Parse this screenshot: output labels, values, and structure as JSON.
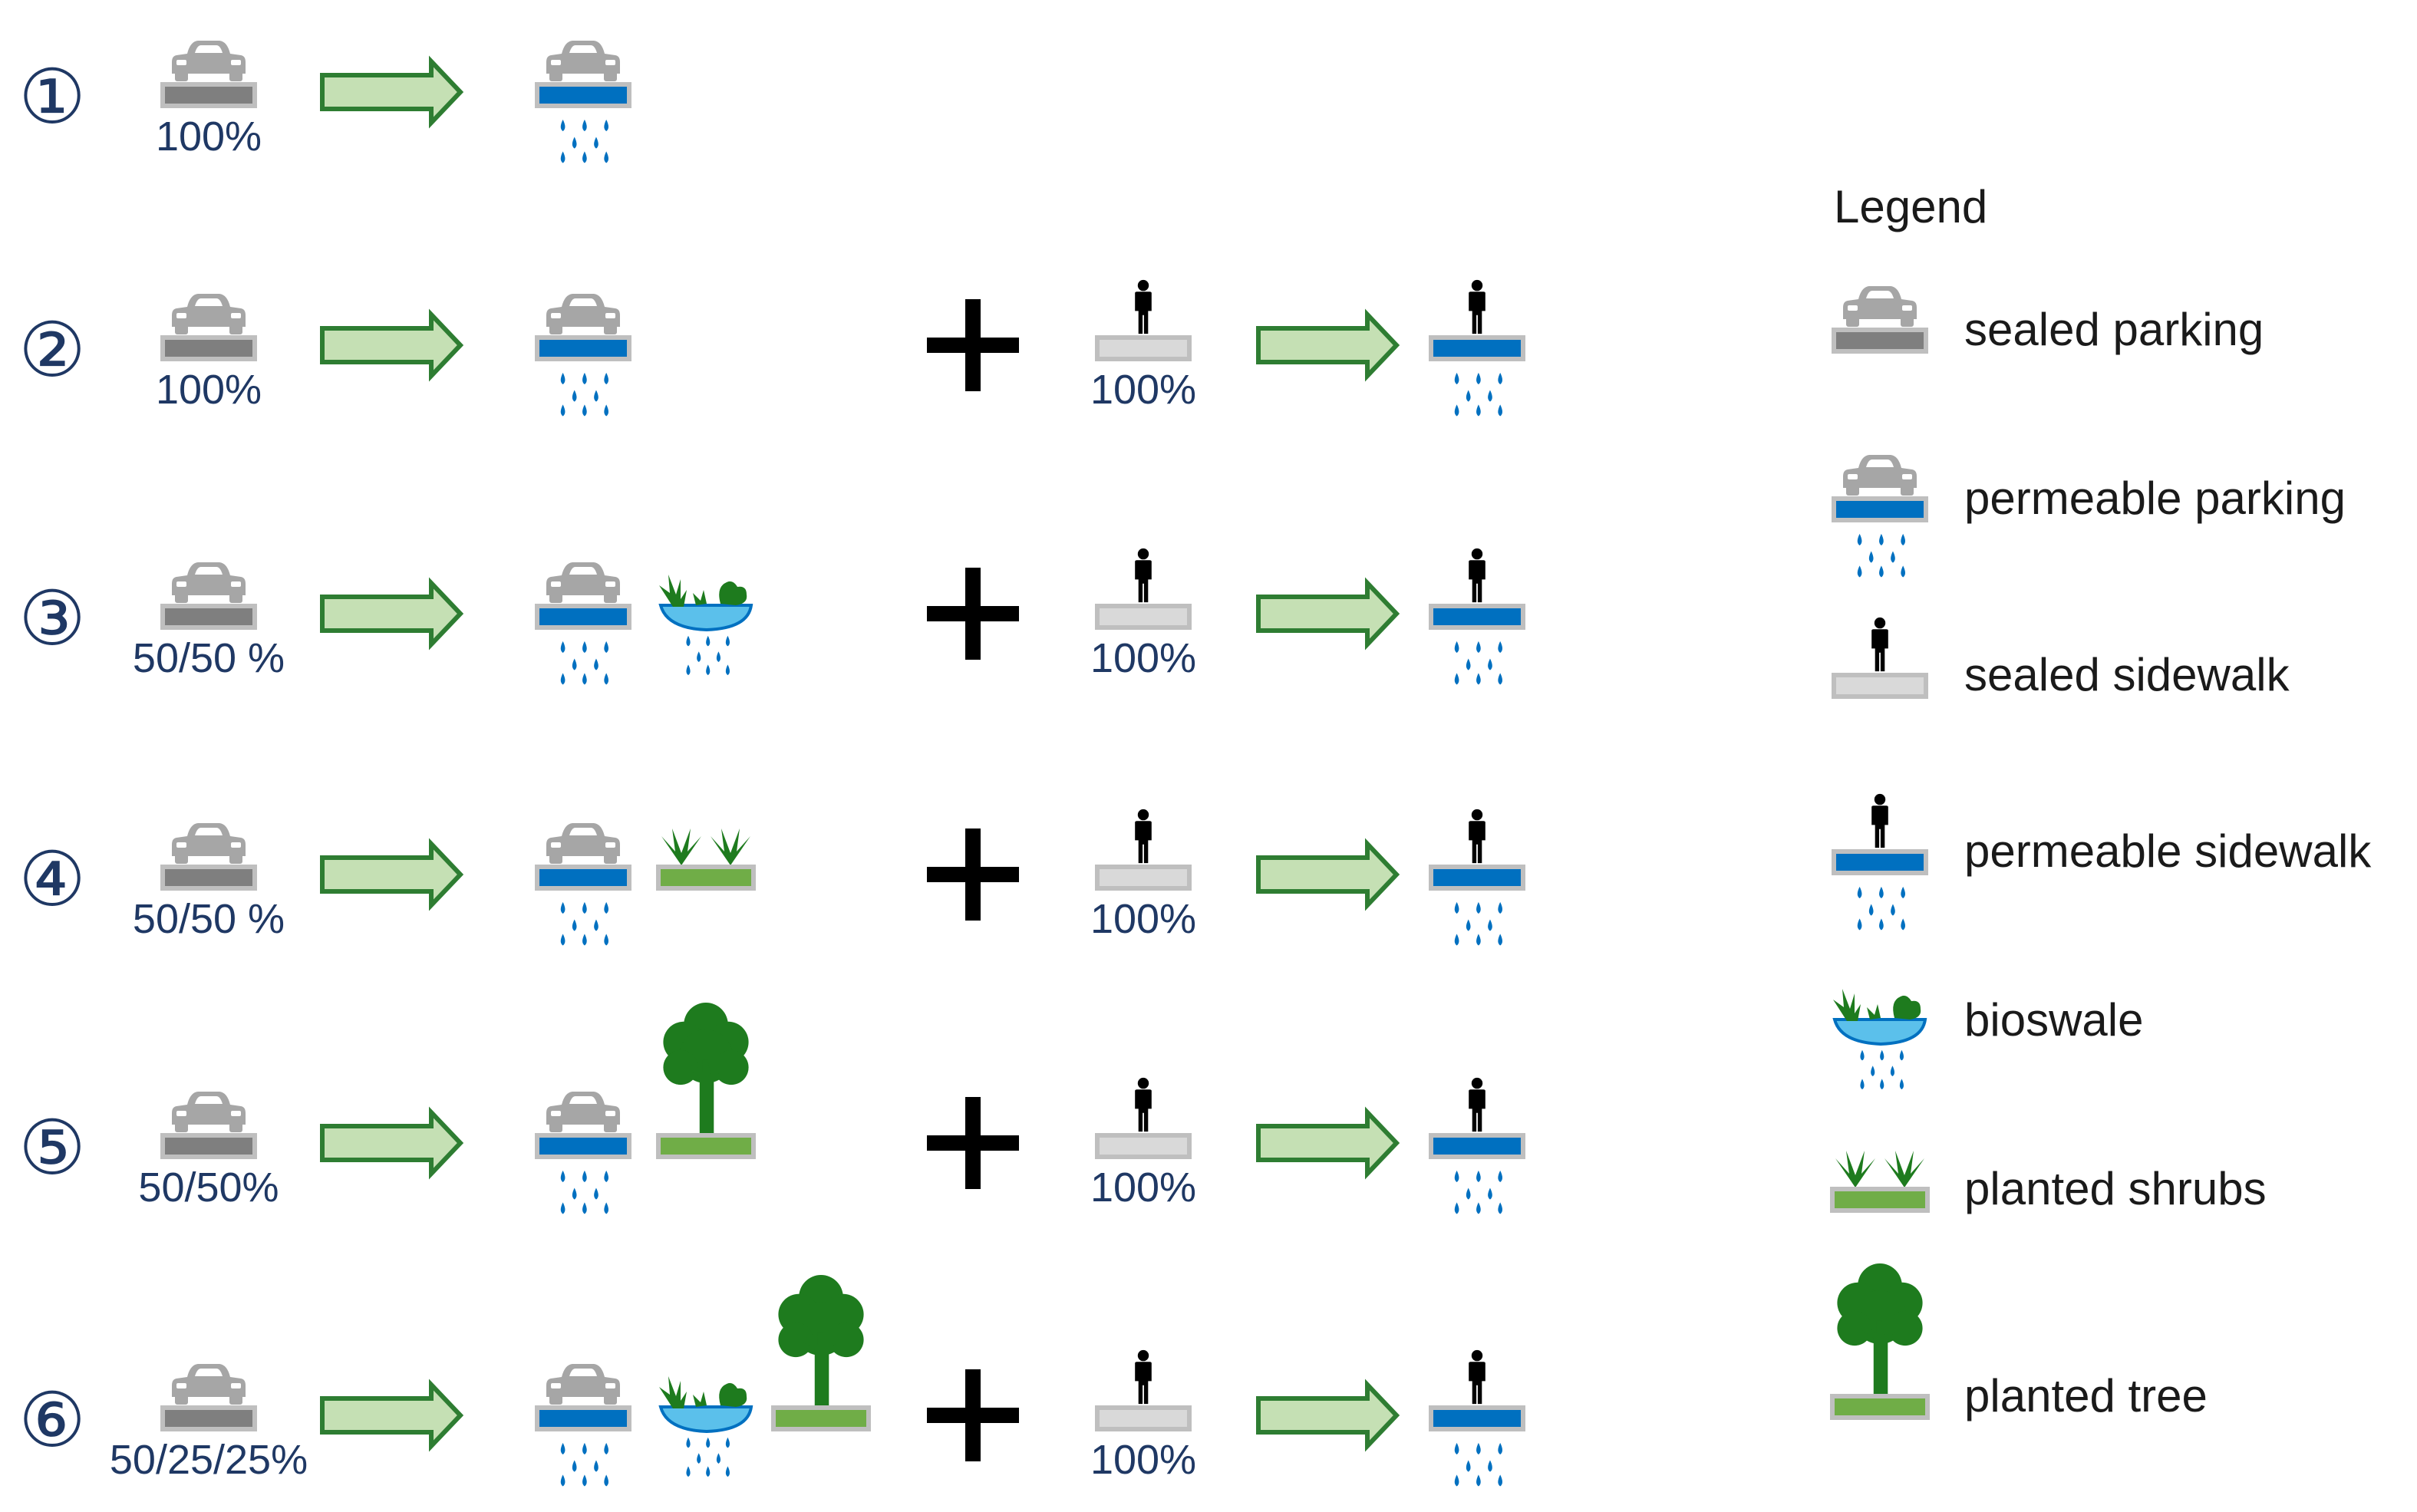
{
  "rows": [
    {
      "number": "①",
      "ratio": "100%",
      "sidewalk": false,
      "measures": []
    },
    {
      "number": "②",
      "ratio": "100%",
      "sidewalk": true,
      "sidewalk_ratio": "100%",
      "measures": []
    },
    {
      "number": "③",
      "ratio": "50/50 %",
      "sidewalk": true,
      "sidewalk_ratio": "100%",
      "measures": [
        "bioswale"
      ]
    },
    {
      "number": "④",
      "ratio": "50/50 %",
      "sidewalk": true,
      "sidewalk_ratio": "100%",
      "measures": [
        "planted-shrubs"
      ]
    },
    {
      "number": "⑤",
      "ratio": "50/50%",
      "sidewalk": true,
      "sidewalk_ratio": "100%",
      "measures": [
        "planted-tree"
      ]
    },
    {
      "number": "⑥",
      "ratio": "50/25/25%",
      "sidewalk": true,
      "sidewalk_ratio": "100%",
      "measures": [
        "bioswale",
        "planted-tree"
      ]
    }
  ],
  "legend": {
    "title": "Legend",
    "items": [
      {
        "icon": "sealed-parking",
        "label": "sealed parking"
      },
      {
        "icon": "permeable-parking",
        "label": "permeable parking"
      },
      {
        "icon": "sealed-sidewalk",
        "label": "sealed sidewalk"
      },
      {
        "icon": "permeable-sidewalk",
        "label": "permeable sidewalk"
      },
      {
        "icon": "bioswale",
        "label": "bioswale"
      },
      {
        "icon": "planted-shrubs",
        "label": "planted shrubs"
      },
      {
        "icon": "planted-tree",
        "label": "planted tree"
      }
    ]
  },
  "colors": {
    "text": "#1f3864",
    "car": "#a6a6a6",
    "sealed_bar": "#7f7f7f",
    "sealed_border": "#bfbfbf",
    "permeable_bar": "#0070c0",
    "sidewalk": "#d9d9d9",
    "water": "#0070c0",
    "arrow_fill": "#c5e0b4",
    "arrow_stroke": "#2e7d32",
    "plant": "#1e7b1e",
    "soil": "#70ad47",
    "bioswale": "#5bc0eb"
  }
}
